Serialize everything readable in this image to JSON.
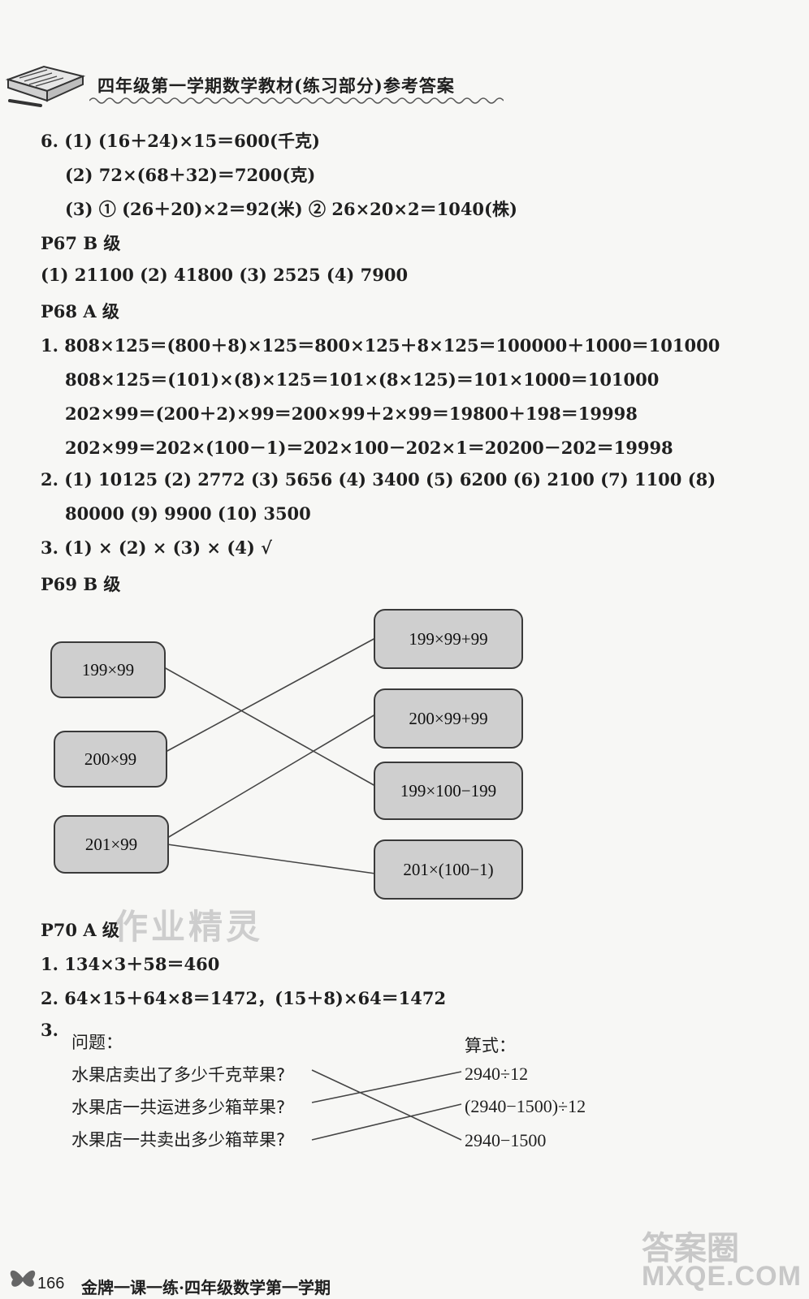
{
  "header": {
    "title": "四年级第一学期数学教材(练习部分)参考答案"
  },
  "lines": [
    {
      "text": "6. (1) (16＋24)×15＝600(千克)"
    },
    {
      "text": "(2) 72×(68＋32)＝7200(克)"
    },
    {
      "text": "(3) ① (26＋20)×2＝92(米)   ② 26×20×2＝1040(株)"
    },
    {
      "text": "P67   B 级"
    },
    {
      "text": "(1) 21100   (2) 41800   (3) 2525   (4) 7900"
    },
    {
      "text": "P68   A 级"
    },
    {
      "text": "1. 808×125＝(800＋8)×125＝800×125＋8×125＝100000＋1000＝101000"
    },
    {
      "text": "808×125＝(101)×(8)×125＝101×(8×125)＝101×1000＝101000"
    },
    {
      "text": "202×99＝(200＋2)×99＝200×99＋2×99＝19800＋198＝19998"
    },
    {
      "text": "202×99＝202×(100－1)＝202×100－202×1＝20200－202＝19998"
    },
    {
      "text": "2. (1) 10125   (2) 2772   (3) 5656   (4) 3400   (5) 6200   (6) 2100   (7) 1100   (8)"
    },
    {
      "text": "80000   (9) 9900   (10) 3500"
    },
    {
      "text": "3. (1) ×   (2) ×   (3) ×   (4) √"
    },
    {
      "text": "P69   B 级"
    },
    {
      "text": "P70   A 级"
    },
    {
      "text": "1. 134×3＋58＝460"
    },
    {
      "text": "2. 64×15＋64×8＝1472，(15＋8)×64＝1472"
    },
    {
      "text": "3."
    }
  ],
  "matching": {
    "left": [
      "199×99",
      "200×99",
      "201×99"
    ],
    "right": [
      "199×99+99",
      "200×99+99",
      "199×100−199",
      "201×(100−1)"
    ]
  },
  "problem3": {
    "questions_header": "问题：",
    "formulas_header": "算式：",
    "questions": [
      "水果店卖出了多少千克苹果?",
      "水果店一共运进多少箱苹果?",
      "水果店一共卖出多少箱苹果?"
    ],
    "formulas": [
      "2940÷12",
      "(2940−1500)÷12",
      "2940−1500"
    ]
  },
  "watermark": "作业精灵",
  "corner_logo": "答案圈",
  "corner_url": "MXQE.COM",
  "footer": {
    "page_number": "166",
    "text": "金牌一课一练·四年级数学第一学期"
  }
}
